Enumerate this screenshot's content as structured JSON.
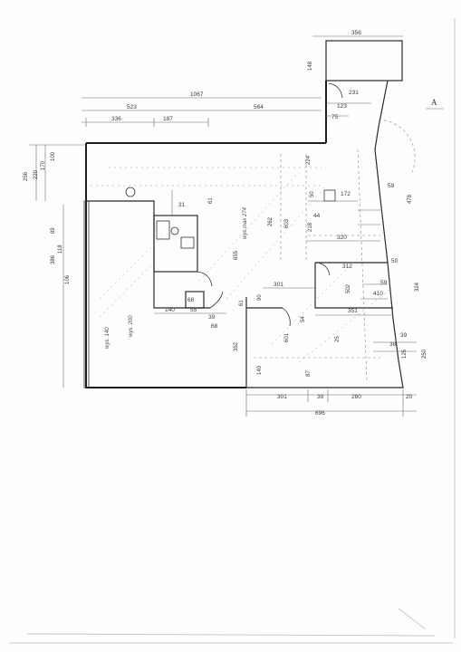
{
  "section_mark": "A",
  "dimensions": {
    "top_356": "356",
    "side_148": "148",
    "d_231": "231",
    "d_123": "123",
    "d_75": "75",
    "overall_1067": "1067",
    "d_523": "523",
    "d_564": "564",
    "d_336": "336",
    "d_187": "187",
    "left_100": "100",
    "left_170": "170",
    "left_220": "220",
    "left_256": "256",
    "left_89": "89",
    "left_118": "118",
    "left_386": "386",
    "left_106": "106",
    "d_172": "172",
    "d_224": "224",
    "d_59": "59",
    "d_478": "478",
    "d_61": "61",
    "d_31": "31",
    "d_603": "603",
    "d_262": "262",
    "d_655": "655",
    "d_218": "218",
    "d_320": "320",
    "d_312": "312",
    "d_50": "50",
    "d_301a": "301",
    "d_502": "502",
    "d_410": "410",
    "d_59b": "59",
    "d_324": "324",
    "d_351": "351",
    "d_68": "68",
    "d_140": "140",
    "d_55": "55",
    "d_39a": "39",
    "d_68b": "68",
    "d_90": "90",
    "d_61b": "61",
    "d_601": "601",
    "d_54": "54",
    "d_25": "25",
    "d_39b": "39",
    "d_38": "38",
    "d_125": "125",
    "d_250": "250",
    "d_352": "352",
    "d_140b": "140",
    "d_87": "87",
    "d_301b": "301",
    "d_39c": "39",
    "d_280": "280",
    "d_20": "20",
    "overall_696": "696",
    "d_44": "44"
  },
  "notes": {
    "max_274": "wys.max 274",
    "h_140": "wys. 140",
    "h_200": "wys. 200"
  }
}
